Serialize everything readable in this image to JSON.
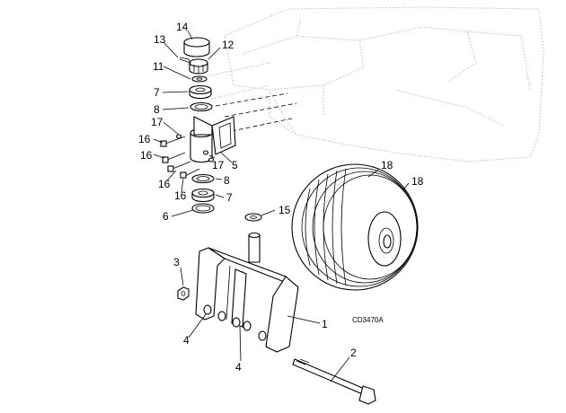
{
  "figure": {
    "code": "CD3470A",
    "callouts": {
      "c1": "1",
      "c2": "2",
      "c3": "3",
      "c4a": "4",
      "c4b": "4",
      "c5": "5",
      "c6": "6",
      "c7a": "7",
      "c7b": "7",
      "c8a": "8",
      "c8b": "8",
      "c11": "11",
      "c12": "12",
      "c13": "13",
      "c14": "14",
      "c15": "15",
      "c16a": "16",
      "c16b": "16",
      "c16c": "16",
      "c16d": "16",
      "c17a": "17",
      "c17b": "17",
      "c18a": "18",
      "c18b": "18"
    }
  }
}
